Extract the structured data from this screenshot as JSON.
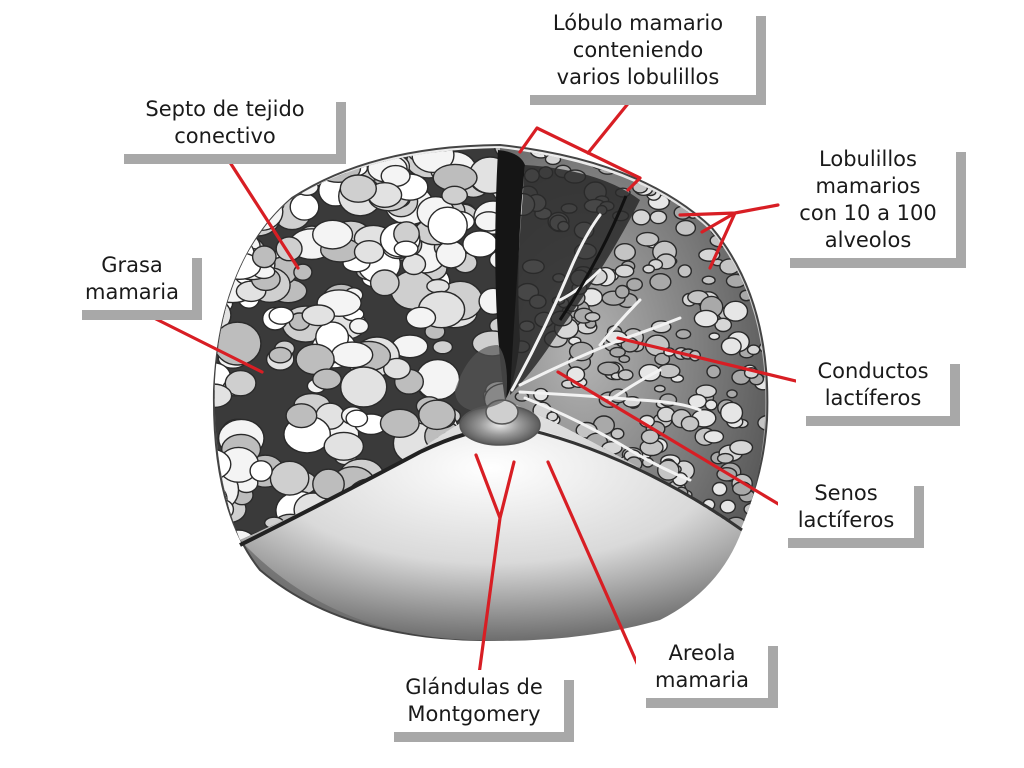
{
  "labels": {
    "lobulo": [
      "Lóbulo mamario",
      "conteniendo",
      "varios lobulillos"
    ],
    "septo": [
      "Septo de tejido",
      "conectivo"
    ],
    "lobulillos": [
      "Lobulillos",
      "mamarios",
      "con 10 a 100",
      "alveolos"
    ],
    "grasa": [
      "Grasa",
      "mamaria"
    ],
    "conductos": [
      "Conductos",
      "lactíferos"
    ],
    "senos": [
      "Senos",
      "lactíferos"
    ],
    "areola": [
      "Areola",
      "mamaria"
    ],
    "glandulas": [
      "Glándulas de",
      "Montgomery"
    ]
  },
  "colors": {
    "leader_line": "#d81e24",
    "label_shadow": "#a8a8a8",
    "label_text": "#1a1a1a"
  }
}
